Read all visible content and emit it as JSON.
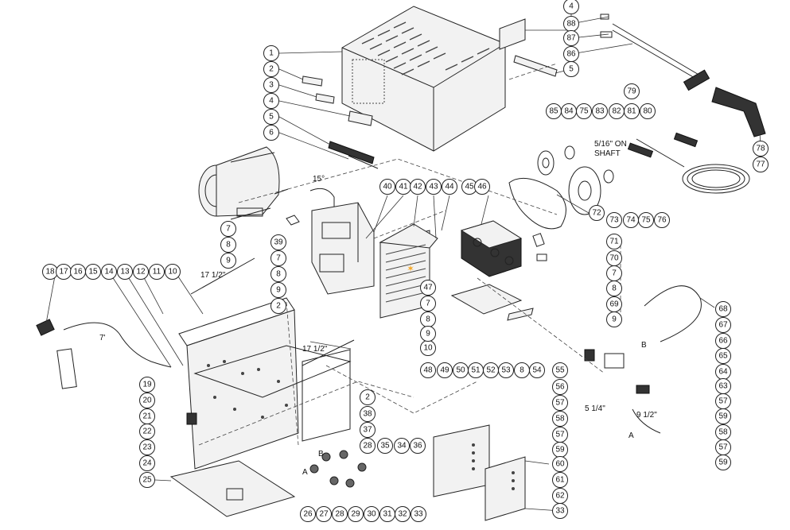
{
  "callouts": [
    "1",
    "2",
    "3",
    "4",
    "5",
    "6",
    "7",
    "8",
    "9",
    "10",
    "11",
    "12",
    "13",
    "14",
    "15",
    "16",
    "17",
    "18",
    "19",
    "20",
    "21",
    "22",
    "23",
    "24",
    "25",
    "26",
    "27",
    "28",
    "29",
    "30",
    "31",
    "32",
    "33",
    "34",
    "35",
    "36",
    "37",
    "38",
    "39",
    "40",
    "41",
    "42",
    "43",
    "44",
    "45",
    "46",
    "47",
    "48",
    "49",
    "50",
    "51",
    "52",
    "53",
    "54",
    "55",
    "56",
    "57",
    "58",
    "59",
    "60",
    "61",
    "62",
    "63",
    "64",
    "65",
    "66",
    "67",
    "68",
    "69",
    "70",
    "71",
    "72",
    "73",
    "74",
    "75",
    "76",
    "77",
    "78",
    "79",
    "80",
    "81",
    "82",
    "83",
    "84",
    "85",
    "86",
    "87",
    "88"
  ],
  "notes": {
    "angle": "15°",
    "len_17a": "17 1/2\"",
    "len_17b": "17 1/2\"",
    "len_7ft": "7'",
    "shaft_line1": "5/16\" ON",
    "shaft_line2": "SHAFT",
    "len_5_1_4": "5 1/4\"",
    "len_9_1_2": "9 1/2\"",
    "conn_a1": "A",
    "conn_a2": "A",
    "conn_b1": "B",
    "conn_b2": "B"
  },
  "colors": {
    "line": "#222222",
    "accent_star": "#f5a623"
  }
}
